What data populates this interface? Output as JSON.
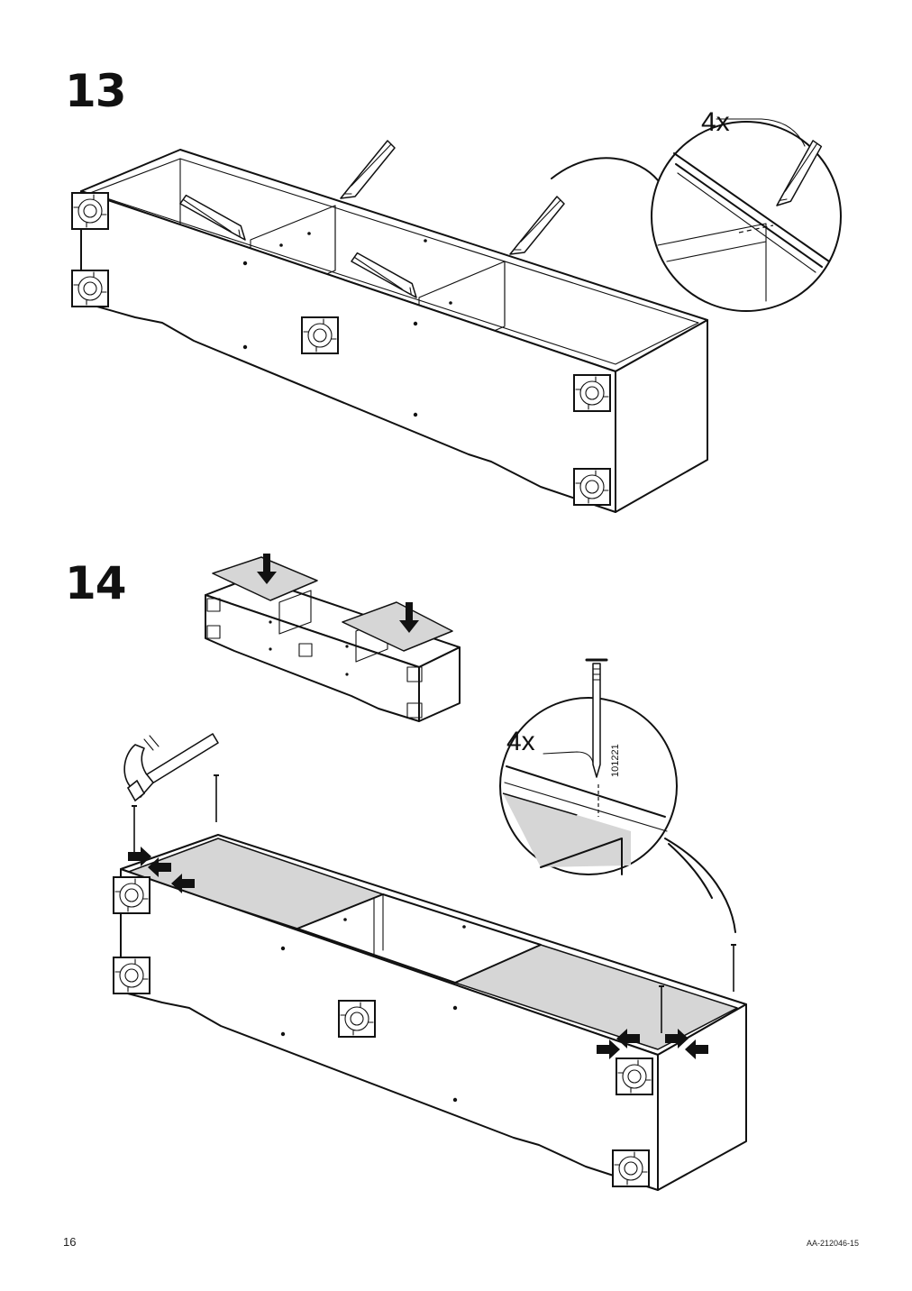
{
  "steps": [
    {
      "number": "13",
      "callout_quantity": "4x"
    },
    {
      "number": "14",
      "callout_quantity": "4x",
      "nail_part_number": "101221"
    }
  ],
  "footer": {
    "page_number": "16",
    "document_code": "AA-212046-15"
  },
  "icons": [
    "pencil-icon",
    "hammer-icon",
    "nail-icon",
    "push-arrow-icon",
    "down-arrow-icon",
    "adjustable-foot-icon"
  ],
  "colors": {
    "ink": "#111111",
    "panel_fill": "#ffffff",
    "backboard_fill": "#d6d6d6"
  }
}
